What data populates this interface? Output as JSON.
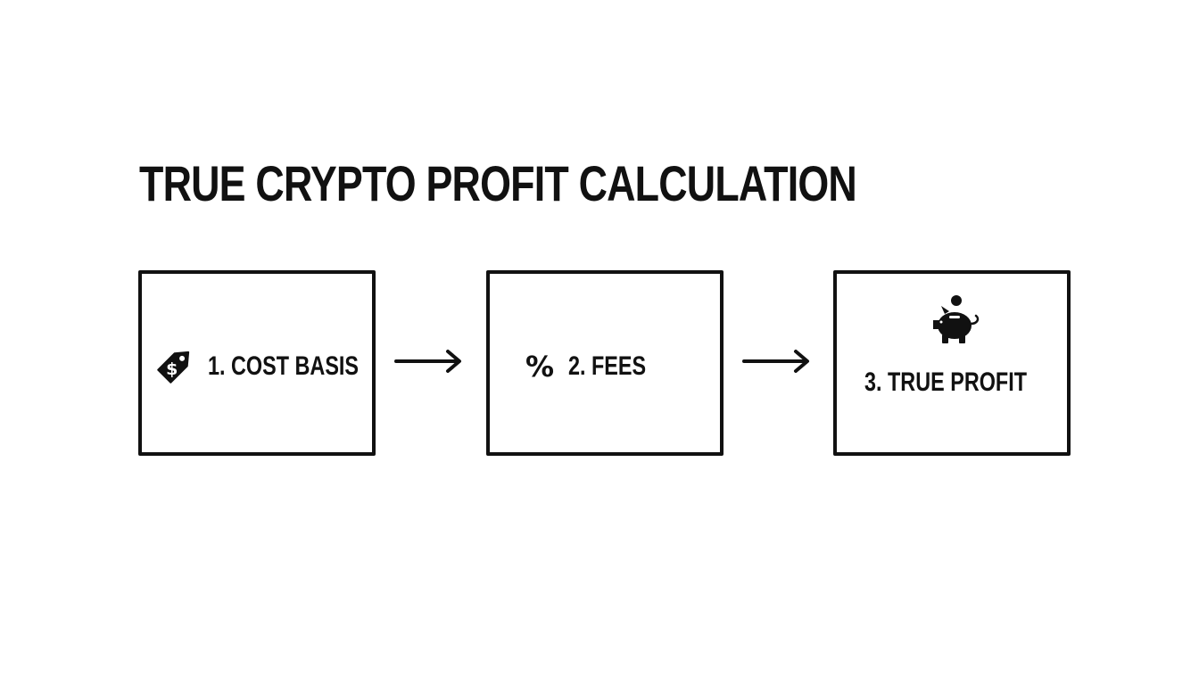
{
  "title": "TRUE CRYPTO PROFIT CALCULATION",
  "steps": [
    {
      "label": "1. COST BASIS",
      "icon": "price-tag-dollar-icon"
    },
    {
      "label": "2. FEES",
      "icon": "percent-icon",
      "icon_glyph": "%"
    },
    {
      "label": "3. TRUE PROFIT",
      "icon": "piggy-bank-icon"
    }
  ],
  "connectors": [
    "arrow-right",
    "arrow-right"
  ],
  "colors": {
    "background": "#ffffff",
    "ink": "#111111"
  }
}
